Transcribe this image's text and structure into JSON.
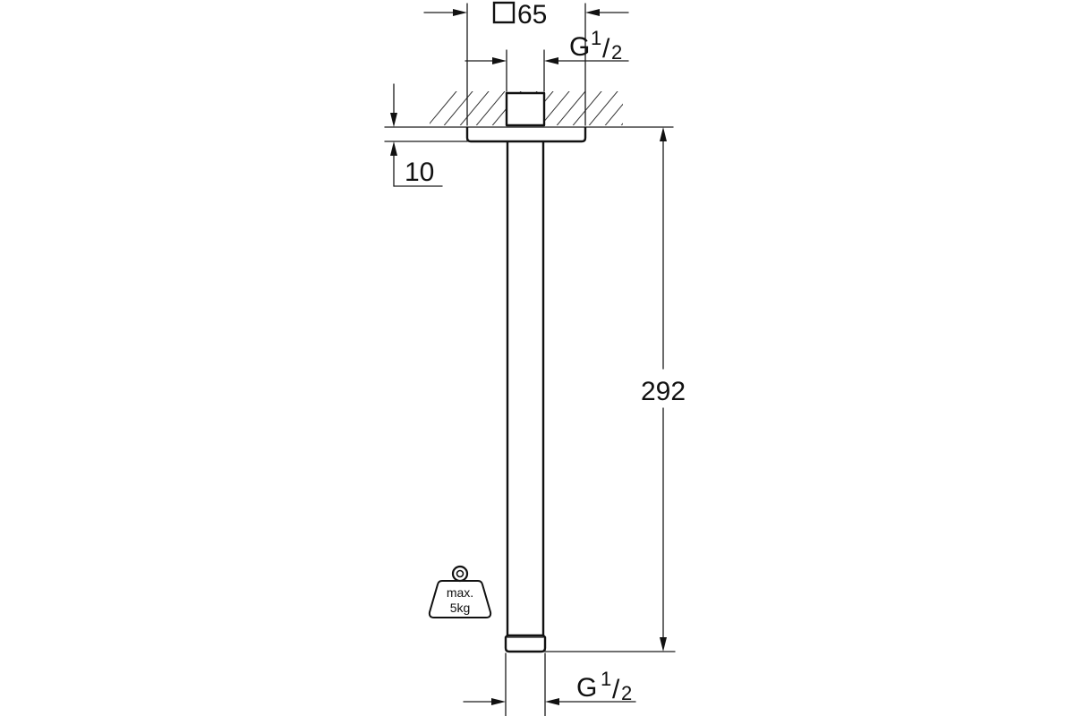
{
  "diagram": {
    "top_width": "65",
    "top_thread": {
      "main": "G",
      "num": "1",
      "slash": "/",
      "den": "2"
    },
    "flange_height": "10",
    "arm_length": "292",
    "bottom_thread": {
      "main": "G",
      "num": "1",
      "slash": "/",
      "den": "2"
    },
    "weight_label": {
      "line1": "max.",
      "line2": "5kg"
    }
  }
}
